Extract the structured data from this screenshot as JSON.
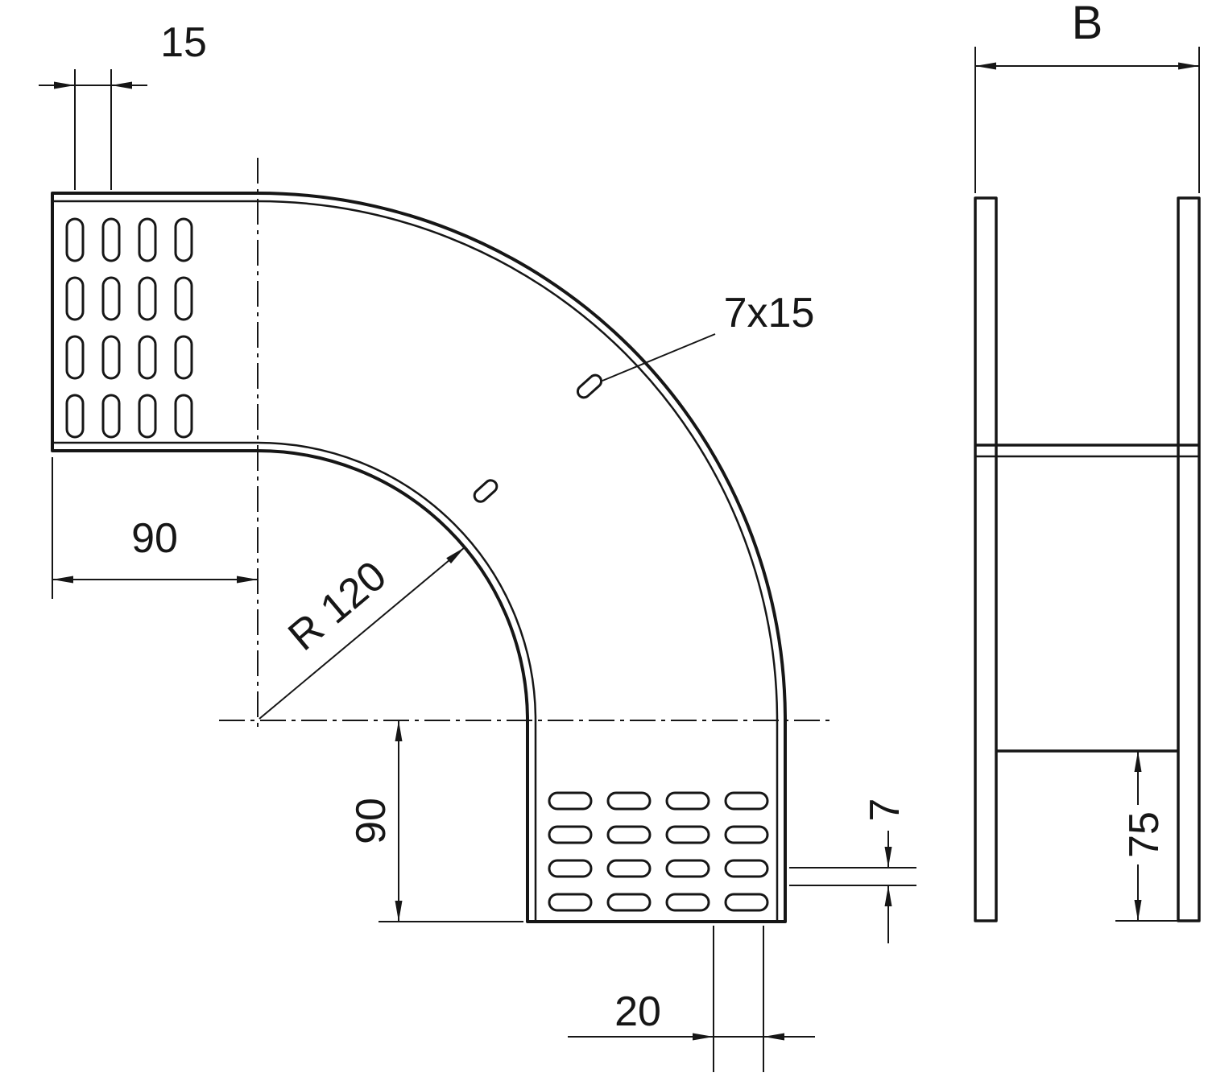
{
  "drawing": {
    "type": "technical-drawing",
    "description": "90 degree flat bend of a perforated cable tray, plan view with bend radius and slot dimensions plus side profile view",
    "line_color": "#161616",
    "background_color": "#ffffff",
    "labels": {
      "slot_pitch": "15",
      "straight_left": "90",
      "radius": "R 120",
      "slot_size": "7x15",
      "straight_bottom": "90",
      "rim_height": "7",
      "end_offset": "20",
      "width": "B",
      "side_height": "75"
    }
  }
}
